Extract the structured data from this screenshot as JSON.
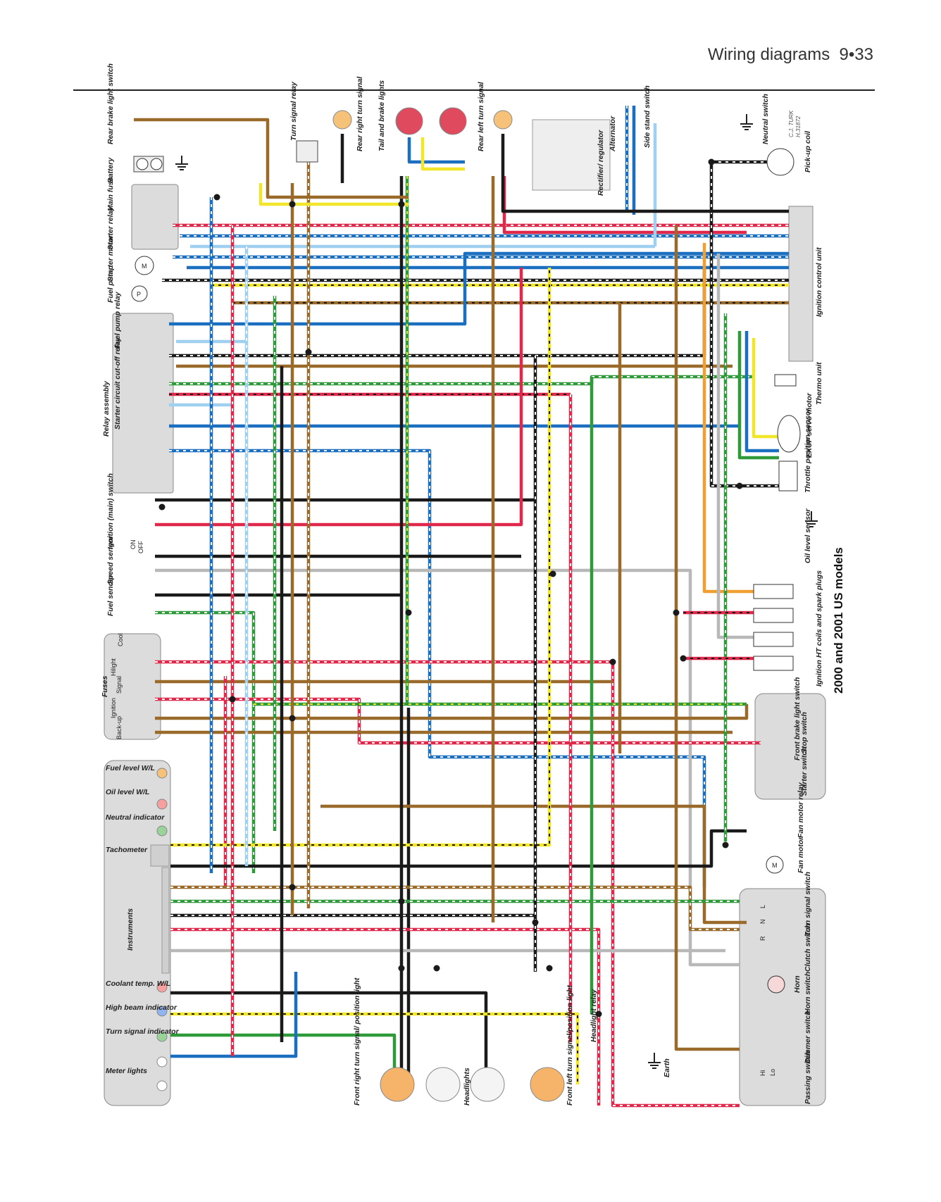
{
  "header": {
    "title": "Wiring diagrams",
    "page": "9•33"
  },
  "credit": {
    "line1": "C.J. TURK",
    "line2": "H.31872"
  },
  "diagram_title": "2000 and 2001 US models",
  "top_components": {
    "rear_brake_light_switch": "Rear brake light switch",
    "battery": "Battery",
    "main_fuse": "Main fuse",
    "starter_relay": "Starter relay",
    "starter_motor": "Starter motor",
    "fuel_pump": "Fuel pump",
    "relay_assembly": "Relay assembly",
    "fuel_pump_relay": "Fuel pump relay",
    "starter_cutoff_relay": "Starter circuit cut-off relay",
    "ignition_switch": "Ignition (main) switch",
    "speed_sensor": "Speed sensor",
    "fuel_sender": "Fuel sender",
    "fuses": "Fuses",
    "turn_signal_relay": "Turn signal relay",
    "rear_right_turn_signal": "Rear right turn signal",
    "tail_brake_lights": "Tail and brake lights",
    "rear_left_turn_signal": "Rear left turn signal",
    "rectifier_regulator": "Rectifier/ regulator",
    "alternator": "Alternator",
    "side_stand_switch": "Side stand switch",
    "neutral_switch": "Neutral switch",
    "pickup_coil": "Pick-up coil"
  },
  "right_components": {
    "ignition_control_unit": "Ignition control unit",
    "thermo_unit": "Thermo unit",
    "exup_servo_motor": "EXUP servo motor",
    "throttle_position_sensor": "Throttle position sensor",
    "oil_level_sensor": "Oil level sensor",
    "ht_coils": "Ignition HT coils and spark plugs",
    "front_brake_light_switch": "Front brake light switch",
    "stop_switch": "Stop switch",
    "starter_switch": "Starter switch",
    "fan_motor_relay": "Fan motor relay",
    "fan_motor": "Fan motor",
    "turn_signal_switch": "Turn signal switch",
    "clutch_switch": "Clutch switch",
    "horn": "Horn",
    "horn_switch": "Horn switch",
    "dimmer_switch": "Dimmer switch",
    "passing_switch": "Passing switch",
    "earth": "Earth"
  },
  "bottom_components": {
    "front_right_turn_signal": "Front right turn signal/ position light",
    "headlights": "Headlights",
    "front_left_turn_signal": "Front left turn signal/position light",
    "headlight_relay": "Headlight relay"
  },
  "instruments": {
    "title": "Instruments",
    "fuel_level": "Fuel level W/L",
    "oil_level": "Oil level W/L",
    "neutral_indicator": "Neutral indicator",
    "tachometer": "Tachometer",
    "coolant_temp": "Coolant temp. W/L",
    "high_beam": "High beam indicator",
    "turn_signal_indicator": "Turn signal indicator",
    "meter_lights": "Meter lights"
  },
  "fuse_labels": [
    "Cool",
    "Hilight",
    "Signal",
    "Ignition",
    "Back-up"
  ],
  "switch_marks": {
    "ignition_on": "ON",
    "ignition_off": "OFF",
    "turn_r": "R",
    "turn_n": "N",
    "turn_l": "L",
    "dimmer_hi": "Hi",
    "dimmer_lo": "Lo",
    "motor_m": "M",
    "pump_p": "P",
    "fan_m": "M"
  },
  "wire_colors": {
    "red": "#e0284b",
    "blue": "#1a6fc0",
    "lightblue": "#9fd0ef",
    "black": "#1a1a1a",
    "brown": "#9a6a2a",
    "green": "#2f9a3a",
    "yellow": "#f2e62a",
    "orange": "#f0a030",
    "gray": "#b8b8b8",
    "white": "#ffffff",
    "pink": "#f2b6c6"
  }
}
